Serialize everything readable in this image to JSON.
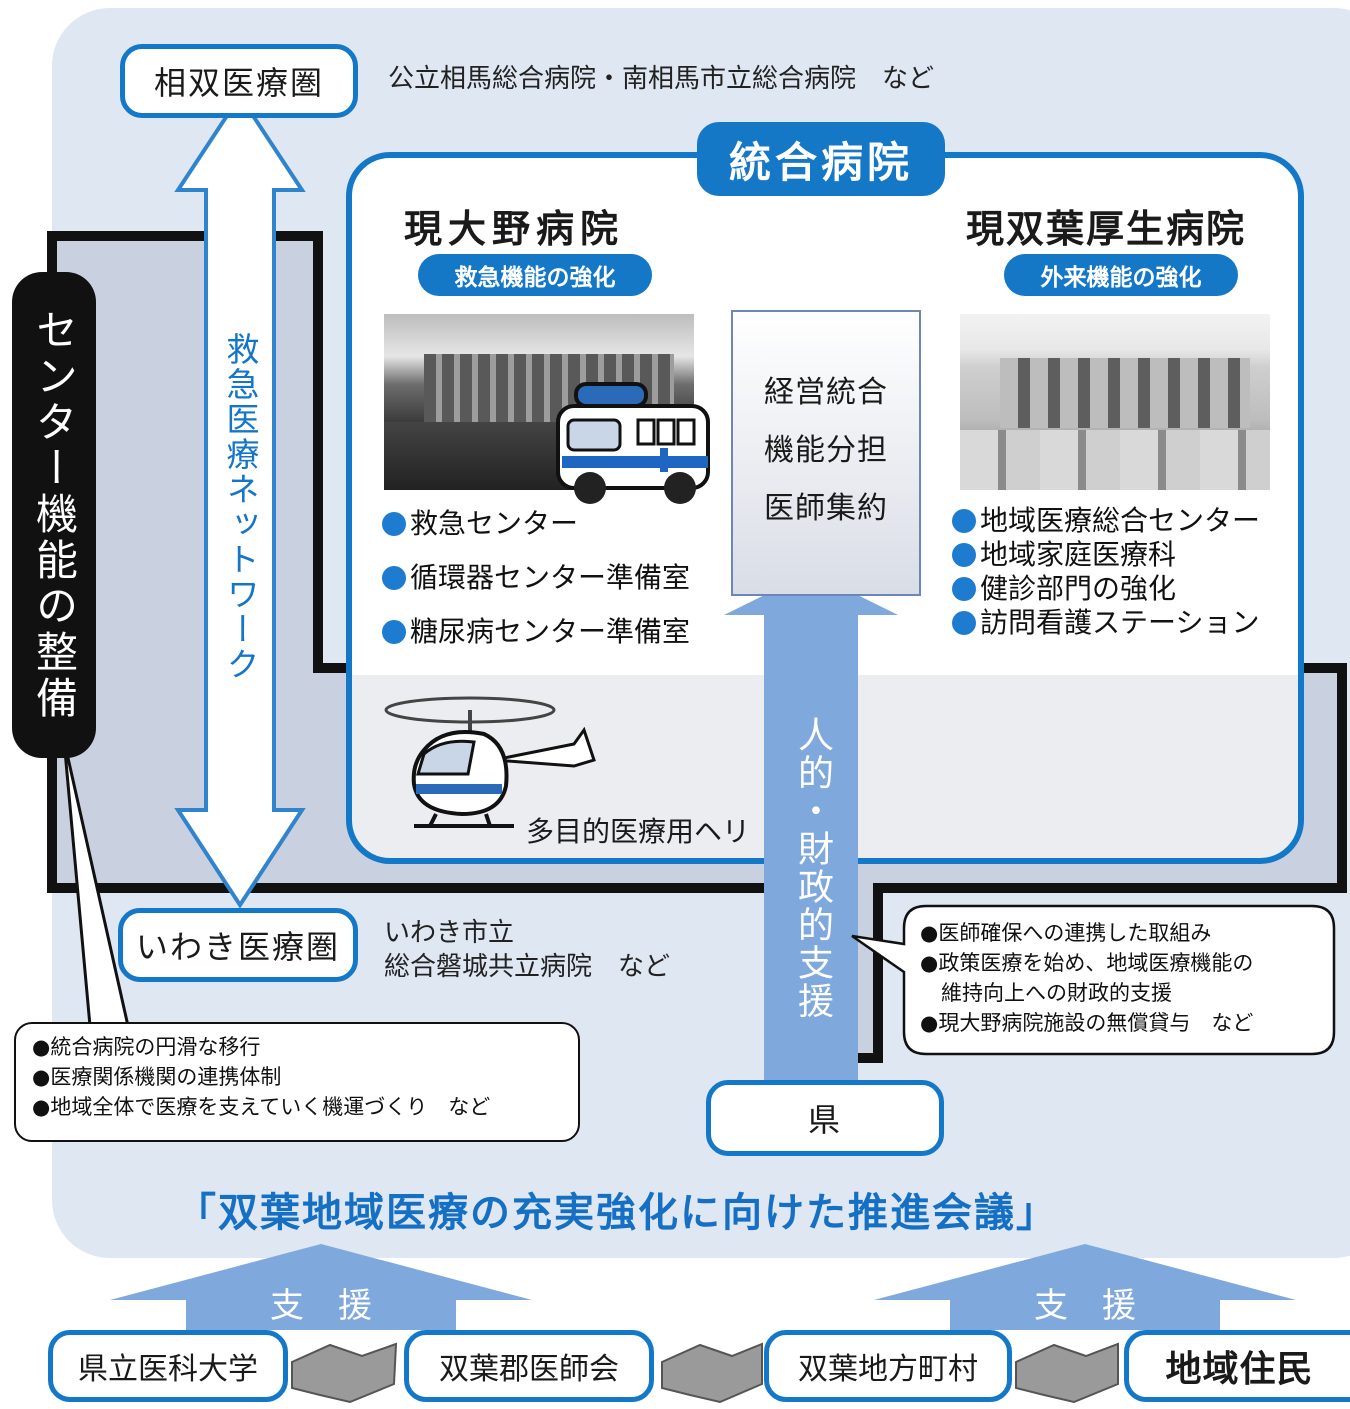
{
  "regions": {
    "sousou": {
      "label": "相双医療圏",
      "hospitals": "公立相馬総合病院・南相馬市立総合病院　など"
    },
    "iwaki": {
      "label": "いわき医療圏",
      "hospitals_line1": "いわき市立",
      "hospitals_line2": "総合磐城共立病院　など"
    }
  },
  "center_function": "センター機能の整備",
  "network": "救急医療ネットワーク",
  "integrated": {
    "title": "統合病院",
    "left": {
      "name": "現大野病院",
      "tag": "救急機能の強化",
      "items": [
        "救急センター",
        "循環器センター準備室",
        "糖尿病センター準備室"
      ]
    },
    "middle": [
      "経営統合",
      "機能分担",
      "医師集約"
    ],
    "right": {
      "name": "現双葉厚生病院",
      "tag": "外来機能の強化",
      "items": [
        "地域医療総合センター",
        "地域家庭医療科",
        "健診部門の強化",
        "訪問看護ステーション"
      ]
    },
    "heli": "多目的医療用ヘリ"
  },
  "support_arrow": "人的・財政的支援",
  "pref": "県",
  "pref_callout": [
    "●医師確保への連携した取組み",
    "●政策医療を始め、地域医療機能の",
    "　維持向上への財政的支援",
    "●現大野病院施設の無償貸与　など"
  ],
  "center_callout": [
    "●統合病院の円滑な移行",
    "●医療関係機関の連携体制",
    "●地域全体で医療を支えていく機運づくり　など"
  ],
  "conference": "「双葉地域医療の充実強化に向けた推進会議」",
  "support_left": "支　援",
  "support_right": "支　援",
  "bottom": [
    "県立医科大学",
    "双葉郡医師会",
    "双葉地方町村",
    "地域住民"
  ]
}
